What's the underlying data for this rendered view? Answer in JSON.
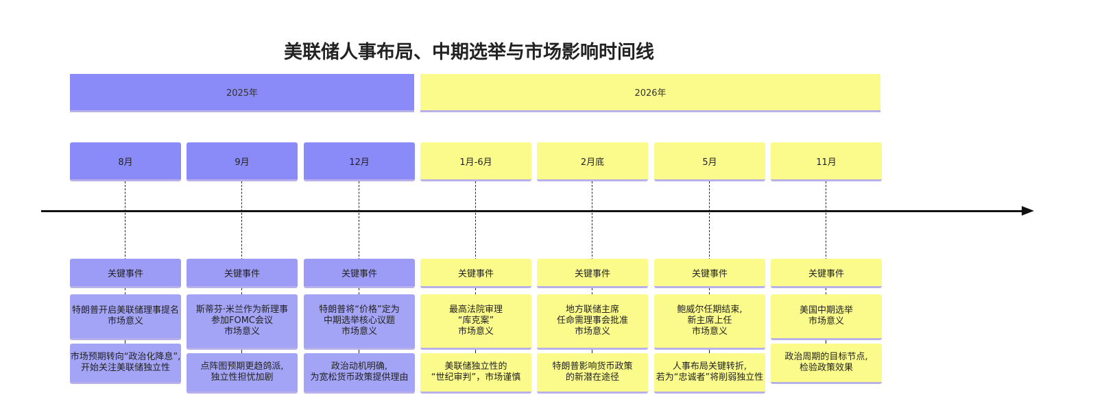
{
  "title": "美联储人事布局、中期选举与市场影响时间线",
  "years": [
    {
      "label": "2025年"
    },
    {
      "label": "2026年"
    }
  ],
  "columns": [
    {
      "month": "8月",
      "key": "关键事件",
      "event": "特朗普开启美联储理事提名\n市场意义",
      "meaning": "市场预期转向“政治化降息”,\n开始关注美联储独立性",
      "color": "purple"
    },
    {
      "month": "9月",
      "key": "关键事件",
      "event": "斯蒂芬·米兰作为新理事\n参加FOMC会议\n市场意义",
      "meaning": "点阵图预期更趋鸽派,\n独立性担忧加剧",
      "color": "purple"
    },
    {
      "month": "12月",
      "key": "关键事件",
      "event": "特朗普将“价格”定为\n中期选举核心议题\n市场意义",
      "meaning": "政治动机明确,\n为宽松货币政策提供理由",
      "color": "purple"
    },
    {
      "month": "1月-6月",
      "key": "关键事件",
      "event": "最高法院审理\n“库克案”\n市场意义",
      "meaning": "美联储独立性的\n“世纪审判”，市场谨慎",
      "color": "yellow"
    },
    {
      "month": "2月底",
      "key": "关键事件",
      "event": "地方联储主席\n任命需理事会批准\n市场意义",
      "meaning": "特朗普影响货币政策\n的新潜在途径",
      "color": "yellow"
    },
    {
      "month": "5月",
      "key": "关键事件",
      "event": "鲍威尔任期结束,\n新主席上任\n市场意义",
      "meaning": "人事布局关键转折,\n若为“忠诚者”将削弱独立性",
      "color": "yellow"
    },
    {
      "month": "11月",
      "key": "关键事件",
      "event": "美国中期选举\n市场意义",
      "meaning": "政治周期的目标节点,\n检验政策效果",
      "color": "yellow"
    }
  ]
}
